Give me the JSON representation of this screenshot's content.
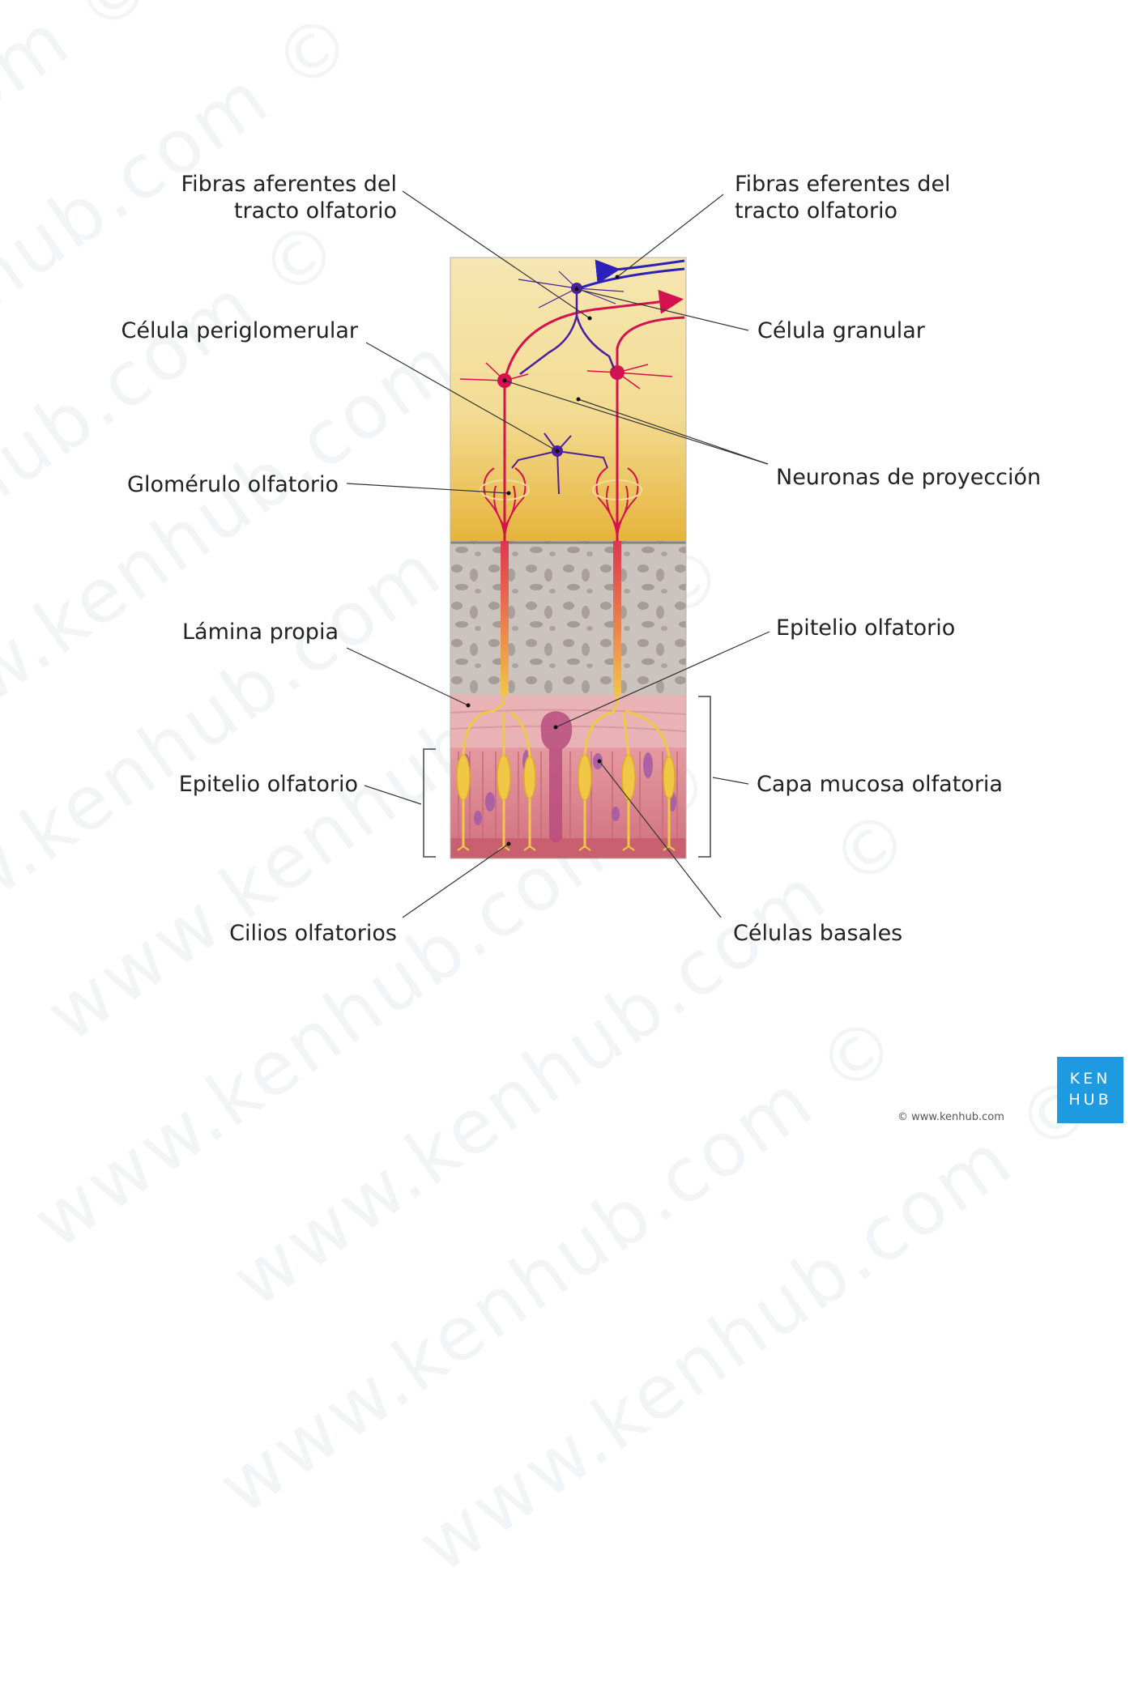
{
  "watermark": {
    "text": "www.kenhub.com ©"
  },
  "labels": {
    "fibras_aferentes": [
      "Fibras aferentes del",
      "tracto olfatorio"
    ],
    "fibras_eferentes": [
      "Fibras eferentes del",
      "tracto olfatorio"
    ],
    "celula_periglomerular": "Célula periglomerular",
    "celula_granular": "Célula granular",
    "glomerulo_olfatorio": "Glomérulo olfatorio",
    "neuronas_proyeccion": "Neuronas de proyección",
    "lamina_propia": "Lámina propia",
    "epitelio_olfatorio_right": "Epitelio olfatorio",
    "epitelio_olfatorio_left": "Epitelio olfatorio",
    "capa_mucosa": "Capa mucosa olfatoria",
    "cilios_olfatorios": "Cilios olfatorios",
    "celulas_basales": "Células basales"
  },
  "logo": {
    "line1": "KEN",
    "line2": "HUB"
  },
  "credit": "© www.kenhub.com",
  "colors": {
    "bulb_top": "#f4e3a8",
    "bulb_bottom": "#e8b940",
    "bone": "#c9c1bb",
    "lamina": "#e7aeb0",
    "epithelium": "#dc8e96",
    "mitral": "#d4124f",
    "granule": "#4a1e9e",
    "receptor": "#f0c845",
    "leader": "#333333"
  }
}
